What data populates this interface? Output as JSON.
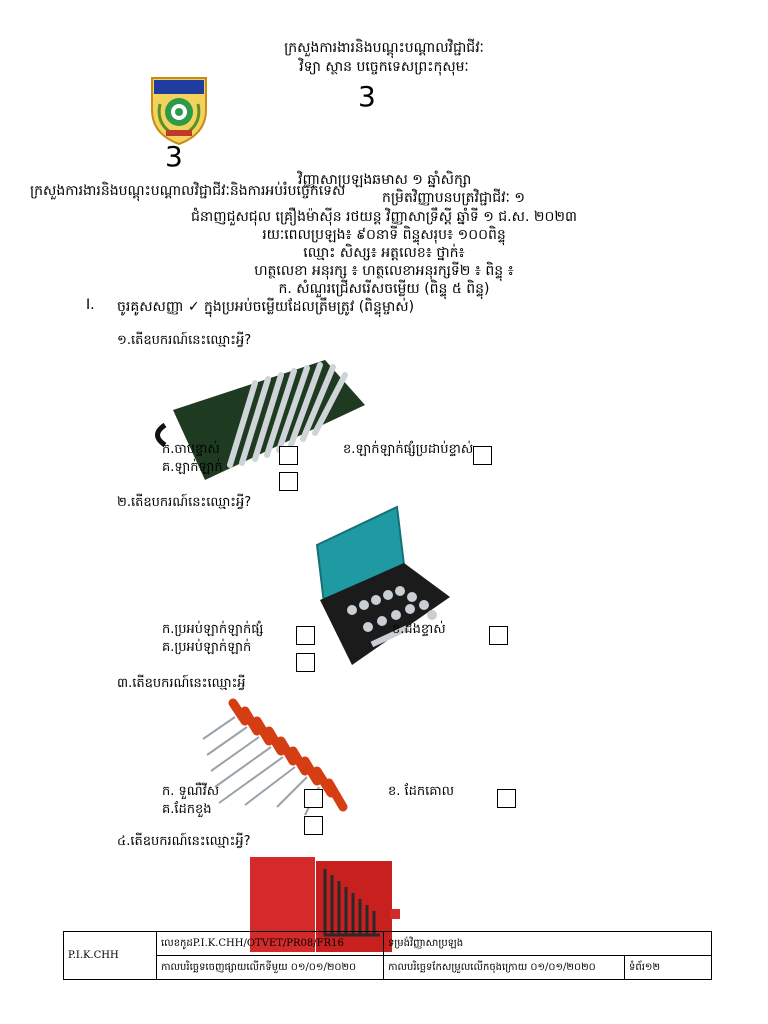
{
  "header": {
    "institute_line1": "ក្រសួងការងារនិងបណ្តុះបណ្តាលវិជ្ជាជីវៈ",
    "institute_line2": "វិទ្យា ស្ថាន បច្ចេកទេសព្រះកុសុមៈ",
    "number_a": "3",
    "number_b": "3",
    "line_a": "វិញ្ញាសាប្រឡងឆមាស ១ ឆ្នាំសិក្សា",
    "line_b": "ក្រសួងការងារនិងបណ្តុះបណ្តាលវិជ្ជាជីវៈនិងការអប់រំបច្ចេកទេស",
    "line_c": "កម្រិតវិញ្ញាបនបត្រវិជ្ជាជីវៈ ១",
    "line_d": "ជំនាញជួសជុល គ្រឿងម៉ាស៊ីន រថយន្ត វិញ្ញាសាទ្រឹស្តី ឆ្នាំទី ១ ជ.ស. ២០២៣",
    "line_e": "រយៈពេលប្រឡង៖ ៩០នាទី ពិន្ទុសរុប៖ ១០០ពិន្ទុ",
    "line_f": "ឈ្មោះ សិស្ស៖ អត្តលេខ៖ ថ្នាក់៖",
    "line_g": "ហត្ថលេខា អនុរក្ស ៖ ហត្ថលេខាអនុរក្សទី២ ៖ ពិន្ទុ ៖",
    "line_h": "ក. សំណួរជ្រើសរើសចម្លើយ (ពិន្ទុ ៥ ពិន្ទុ)"
  },
  "section": {
    "roman": "I.",
    "instruction": "ចូរគូសសញ្ញា ✓ ក្នុងប្រអប់ចម្លើយដែលត្រឹមត្រូវ (ពិន្ទុម្ចាស់)"
  },
  "questions": [
    {
      "prompt": "១.តើឧបករណ៍នេះឈ្មោះអ្វី?",
      "options": [
        "ក.ចាបខ្ទាស់",
        "ខ.ឡាក់ឡាក់ផ្សំប្រដាប់ខ្ទាស់",
        "គ.ឡាក់ឡាក់"
      ]
    },
    {
      "prompt": "២.តើឧបករណ៍នេះឈ្មោះអ្វី?",
      "options": [
        "ក.ប្រអប់ឡាក់ឡាក់ផ្សំ",
        "ខ.ដងខ្ទាស់",
        "គ.ប្រអប់ឡាក់ឡាក់"
      ]
    },
    {
      "prompt": "៣.តើឧបករណ៍នេះឈ្មោះអ្វី",
      "options": [
        "ក. ទួណឺវីស",
        "ខ. ដែកគោល",
        "គ.ដែកខួង"
      ]
    },
    {
      "prompt": "៤.តើឧបករណ៍នេះឈ្មោះអ្វី?",
      "options": []
    }
  ],
  "footer": {
    "org": "P.I.K.CHH",
    "code": "លេខកូដP.I.K.CHH/OTVET/PR08/FR16",
    "title": "ទម្រង់វិញ្ញាសាប្រឡង",
    "issue_date": "កាលបរិច្ឆេទចេញផ្សាយលើកទីមួយ ០១/០១/២០២០",
    "revision_date": "កាលបរិច្ឆេទកែសម្រួលលើកចុងក្រោយ ០១/០១/២០២០",
    "page": "ទំព័រ១២"
  },
  "colors": {
    "spanner_roll": "#1e3b22",
    "socket_case": "#1f9aa3",
    "screwdriver_handle": "#d43e12",
    "hex_case": "#d52a2a"
  },
  "icons": {
    "logo": "institute-seal-logo"
  }
}
